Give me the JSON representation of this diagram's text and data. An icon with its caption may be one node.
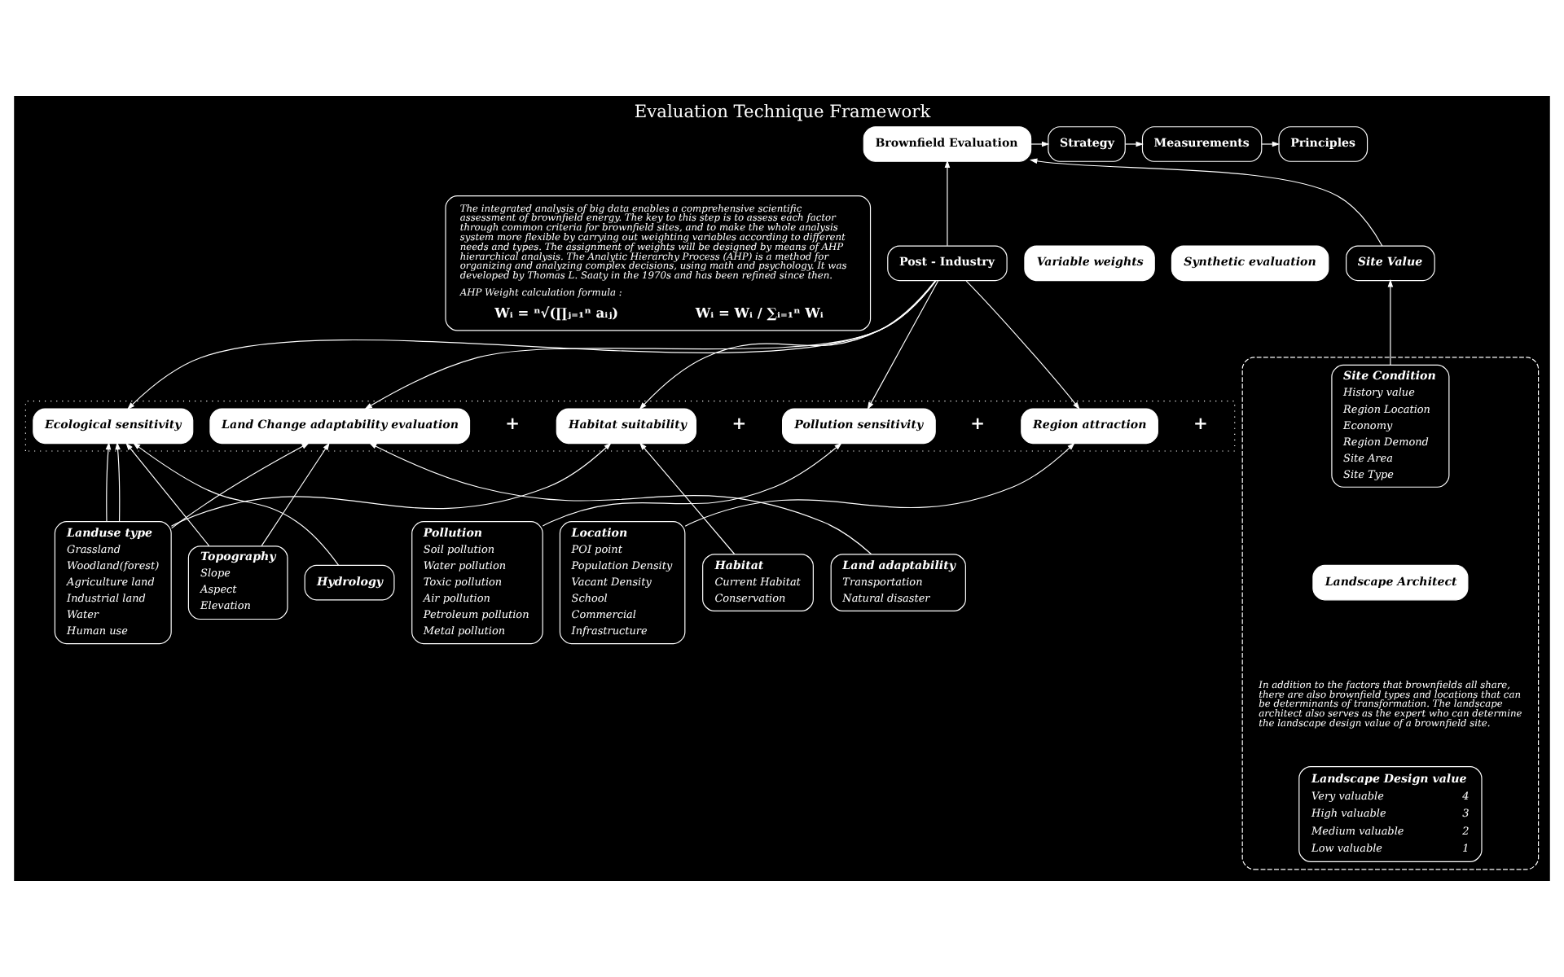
{
  "diagram": {
    "title": "Evaluation Technique Framework",
    "nodes": [
      {
        "text": [
          "Brownfield Evaluation"
        ]
      },
      {
        "text": [
          "Strategy"
        ]
      },
      {
        "text": [
          "Measurements"
        ]
      },
      {
        "text": [
          "Principles"
        ]
      },
      {
        "text": [
          "Post - Industry"
        ]
      },
      {
        "text": [
          "Site Value"
        ]
      },
      {
        "text": [
          "The integrated analysis of big data enables a comprehensive scientific assessment of brownfield energy. The key to this step is to assess each factor through common criteria for brownfield sites, and to make the whole analysis system more flexible by carrying out weighting variables according to different needs and types. The assignment of weights will be designed by means of AHP hierarchical analysis. The Analytic Hierarchy Process (AHP) is a method for organizing and analyzing complex decisions, using math and psychology. It was developed by Thomas L. Saaty in the 1970s and has been refined since then.",
          "AHP Weight calculation formula :",
          "Wᵢ = ⁿ√(∏ⱼ₌₁ⁿ aᵢⱼ)",
          "Wᵢ = Wᵢ / ∑ᵢ₌₁ⁿ Wᵢ"
        ]
      },
      {
        "text": [
          "Variable weights"
        ]
      },
      {
        "text": [
          "Synthetic evaluation"
        ]
      },
      {
        "text": [],
        "shape": "box"
      },
      {
        "text": [
          "Ecological sensitivity"
        ],
        "in": 9
      },
      {
        "text": [
          "Pollution sensitivity"
        ],
        "in": 9
      },
      {
        "text": [
          "Region attraction"
        ],
        "in": 9
      },
      {
        "text": [
          "Habitat suitability"
        ],
        "in": 9
      },
      {
        "text": [
          "Land Change adaptability evaluation"
        ],
        "in": 9
      },
      {
        "text": [
          "Landuse type",
          "Grassland",
          "Woodland(forest)",
          "Agriculture land",
          "Industrial land",
          "Water",
          "Human use"
        ]
      },
      {
        "text": [
          "Topography",
          "Slope",
          "Aspect",
          "Elevation"
        ]
      },
      {
        "text": [
          "Hydrology"
        ]
      },
      {
        "text": [
          "Pollution",
          "Soil pollution",
          "Water pollution",
          "Toxic pollution",
          "Air pollution",
          "Petroleum pollution",
          "Metal pollution"
        ]
      },
      {
        "text": [
          "Location",
          "POI point",
          "Population Density",
          "Vacant Density",
          "School",
          "Commercial",
          "Infrastructure"
        ]
      },
      {
        "text": [
          "Habitat",
          "Current Habitat",
          "Conservation"
        ]
      },
      {
        "text": [
          "Land adaptability",
          "Transportation",
          "Natural disaster"
        ]
      },
      {
        "text": [],
        "shape": "box"
      },
      {
        "text": [
          "Site Condition",
          "History value",
          "Region Location",
          "Economy",
          "Region Demond",
          "Site Area",
          "Site Type"
        ],
        "in": 22
      },
      {
        "text": [
          "Landscape Architect"
        ],
        "in": 22
      },
      {
        "text": [
          "Landscape Design value",
          "Very valuable",
          "4",
          "High valuable",
          "3",
          "Medium valuable",
          "2",
          "Low valuable",
          "1"
        ],
        "in": 22
      }
    ],
    "edges": [
      {
        "from": 0,
        "to": 1,
        "arrow": "to"
      },
      {
        "from": 1,
        "to": 2,
        "arrow": "to"
      },
      {
        "from": 2,
        "to": 3,
        "arrow": "to"
      },
      {
        "from": 4,
        "to": 0,
        "arrow": "to"
      },
      {
        "from": 5,
        "to": 0,
        "arrow": "to"
      },
      {
        "from": 23,
        "to": 5,
        "arrow": "to"
      },
      {
        "from": 4,
        "to": 10,
        "arrow": "to"
      },
      {
        "from": 4,
        "to": 11,
        "arrow": "to"
      },
      {
        "from": 4,
        "to": 12,
        "arrow": "to"
      },
      {
        "from": 4,
        "to": 13,
        "arrow": "to"
      },
      {
        "from": 4,
        "to": 14,
        "arrow": "to"
      },
      {
        "from": 15,
        "to": 10,
        "arrow": "to"
      },
      {
        "from": 15,
        "to": 10,
        "arrow": "to"
      },
      {
        "from": 15,
        "to": 13,
        "arrow": "to"
      },
      {
        "from": 15,
        "to": 14,
        "arrow": "to"
      },
      {
        "from": 16,
        "to": 10,
        "arrow": "to"
      },
      {
        "from": 16,
        "to": 14,
        "arrow": "to"
      },
      {
        "from": 17,
        "to": 10,
        "arrow": "to"
      },
      {
        "from": 18,
        "to": 11,
        "arrow": "to"
      },
      {
        "from": 19,
        "to": 12,
        "arrow": "to"
      },
      {
        "from": 20,
        "to": 13,
        "arrow": "to"
      },
      {
        "from": 21,
        "to": 14,
        "arrow": "to"
      }
    ],
    "labels": [
      "+",
      "+",
      "+",
      "+",
      "In addition to the factors that brownfields all share, there are also brownfield types and locations that can be determinants of transformation. The landscape architect also serves as the expert who can determine the landscape design value of a brownfield site."
    ]
  }
}
